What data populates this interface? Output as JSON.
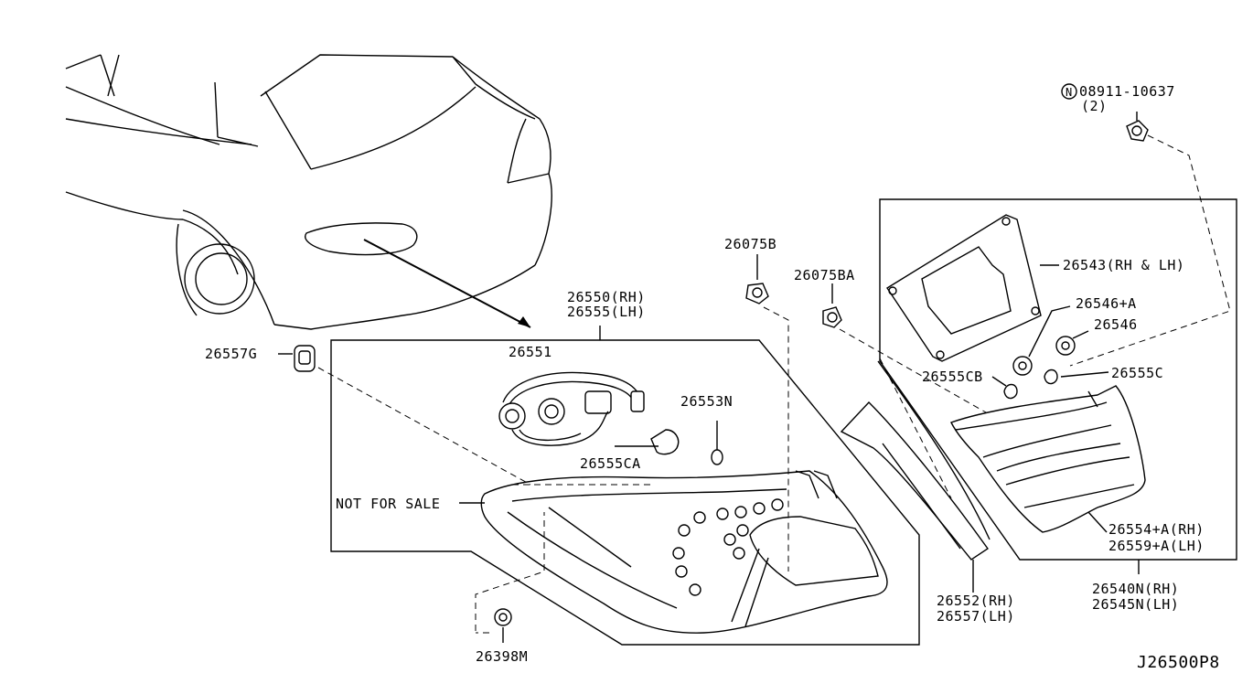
{
  "labels": {
    "part_08911": "08911-10637",
    "part_08911_qty": "(2)",
    "part_08911_prefix": "N",
    "part_26543": "26543(RH & LH)",
    "part_26546A": "26546+A",
    "part_26546": "26546",
    "part_26555CB": "26555CB",
    "part_26555C": "26555C",
    "part_26075B": "26075B",
    "part_26075BA": "26075BA",
    "part_26550": "26550(RH)",
    "part_26555": "26555(LH)",
    "part_26557G": "26557G",
    "part_26551": "26551",
    "part_26553N": "26553N",
    "part_26555CA": "26555CA",
    "not_for_sale": "NOT FOR SALE",
    "part_26554A": "26554+A(RH)",
    "part_26559A": "26559+A(LH)",
    "part_26540N": "26540N(RH)",
    "part_26545N": "26545N(LH)",
    "part_26552": "26552(RH)",
    "part_26557": "26557(LH)",
    "part_26398M": "26398M",
    "diagram_code": "J26500P8"
  },
  "colors": {
    "line": "#000000",
    "background": "#ffffff"
  }
}
